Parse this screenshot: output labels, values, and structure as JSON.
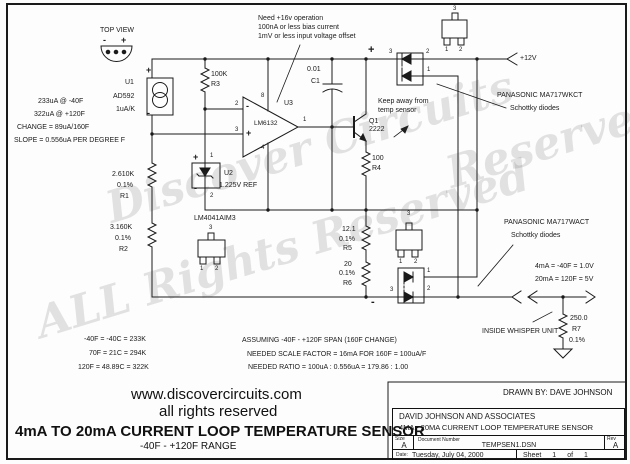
{
  "watermark": {
    "line1": "Discover Circuits",
    "line2": "ALL Rights Reserved",
    "line3": "Reserved"
  },
  "pins": {
    "p1": "1",
    "p2": "2",
    "p3": "3",
    "p4": "4",
    "p8": "8",
    "plus": "+",
    "minus": "-"
  },
  "notes": {
    "top_view": "TOP VIEW",
    "opamp_req1": "Need +16v operation",
    "opamp_req2": "100nA or less bias current",
    "opamp_req3": "1mV or less input voltage offset",
    "keep_away1": "Keep away from",
    "keep_away2": "temp sensor",
    "pana_top1": "PANASONIC MA717WKCT",
    "pana_top2": "Schottky diodes",
    "pana_bot1": "PANASONIC MA717WACT",
    "pana_bot2": "Schottky diodes",
    "out_low": "4mA = -40F = 1.0V",
    "out_high": "20mA = 120F = 5V",
    "whisper": "INSIDE WHISPER UNIT",
    "v12": "+12V"
  },
  "sensor_spec": {
    "l1": "233uA @ -40F",
    "l2": "322uA @ +120F",
    "l3": "CHANGE = 89uA/160F",
    "l4": "SLOPE = 0.556uA PER DEGREE F"
  },
  "parts": {
    "u1": {
      "ref": "U1",
      "part": "AD592",
      "rate": "1uA/K"
    },
    "u2": {
      "ref": "U2",
      "volt": "1.225V REF",
      "pkg": "LM4041AIM3"
    },
    "u3": {
      "ref": "U3",
      "part": "LM6132"
    },
    "q1": {
      "ref": "Q1",
      "part": "2222"
    },
    "r1": {
      "value": "2.610K",
      "tol": "0.1%",
      "ref": "R1"
    },
    "r2": {
      "value": "3.160K",
      "tol": "0.1%",
      "ref": "R2"
    },
    "r3": {
      "value": "100K",
      "ref": "R3"
    },
    "r4": {
      "value": "100",
      "ref": "R4"
    },
    "r5": {
      "value": "12.1",
      "tol": "0.1%",
      "ref": "R5"
    },
    "r6": {
      "value": "20",
      "tol": "0.1%",
      "ref": "R6"
    },
    "r7": {
      "value": "250.0",
      "ref": "R7",
      "tol": "0.1%"
    },
    "c1": {
      "value": "0.01",
      "ref": "C1"
    }
  },
  "conversion": {
    "l1": "-40F = -40C = 233K",
    "l2": "70F = 21C = 294K",
    "l3": "120F = 48.89C = 322K"
  },
  "calc": {
    "l1": "ASSUMING -40F - +120F SPAN (160F CHANGE)",
    "l2": "NEEDED SCALE FACTOR = 16mA FOR 160F = 100uA/F",
    "l3": "NEEDED RATIO = 100uA : 0.556uA = 179.86 : 1.00"
  },
  "footer": {
    "site": "www.discovercircuits.com",
    "rights": "all rights reserved",
    "title": "4mA TO 20mA CURRENT LOOP TEMPERATURE SENSOR",
    "range": "-40F - +120F RANGE"
  },
  "titleblock": {
    "drawn_by": "DRAWN BY: DAVE JOHNSON",
    "company": "DAVID JOHNSON AND ASSOCIATES",
    "doc_title": "4MA - 20MA CURRENT LOOP TEMPERATURE SENSOR",
    "size_label": "Size",
    "size": "A",
    "doc_label": "Document Number",
    "doc_number": "TEMPSEN1.DSN",
    "rev_label": "Rev",
    "rev": "A",
    "date_label": "Date:",
    "date": "Tuesday, July 04, 2000",
    "sheet_label": "Sheet",
    "sheet_num": "1",
    "of_label": "of",
    "sheet_total": "1"
  }
}
